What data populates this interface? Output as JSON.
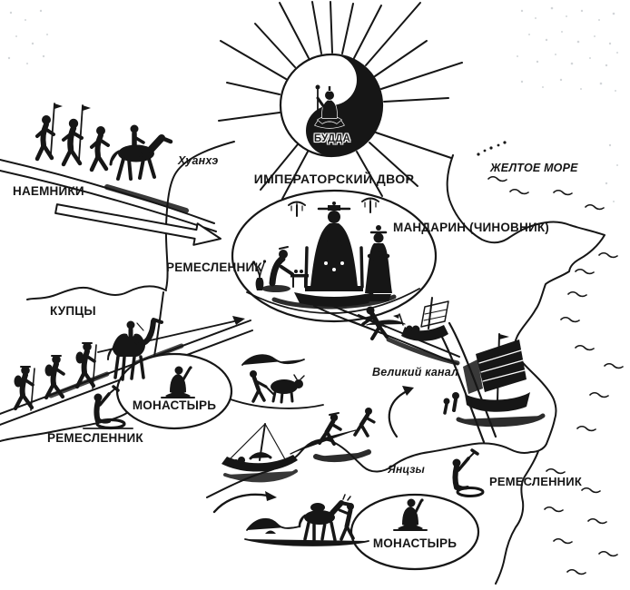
{
  "labels": {
    "buddha": "БУДДА",
    "imperial_court": "ИМПЕРАТОРСКИЙ ДВОР",
    "mandarin_official": "МАНДАРИН (ЧИНОВНИК)",
    "mercenaries": "НАЕМНИКИ",
    "merchants": "КУПЦЫ",
    "craftsman_court": "РЕМЕСЛЕННИК",
    "craftsman_west": "РЕМЕСЛЕННИК",
    "craftsman_south": "РЕМЕСЛЕННИК",
    "monastery_north": "МОНАСТЫРЬ",
    "monastery_south": "МОНАСТЫРЬ",
    "river_huanghe": "Хуанхэ",
    "yellow_sea": "ЖЕЛТОЕ МОРЕ",
    "grand_canal": "Великий канал",
    "river_yangtze": "Янцзы"
  },
  "figures": [
    "sun-with-rays",
    "buddha-in-yinyang",
    "emperor-on-throne",
    "court-scribe",
    "standing-mandarin",
    "incense-stands",
    "soldiers-with-spears",
    "horseman",
    "camel-with-rider",
    "merchants-on-foot",
    "seated-monk-north",
    "seated-monk-south",
    "plowing-ox-and-farmer",
    "craftsman-with-hammer-west",
    "craftsman-with-hammer-south",
    "river-junk-with-hauler",
    "canal-junk",
    "sampan-with-haulers",
    "pack-horse-with-driver",
    "coastline",
    "sea-waves",
    "island-dots",
    "hollow-invasion-arrow",
    "trade-route-arrow",
    "curved-arrows"
  ],
  "colors": {
    "ink": "#161616",
    "paper": "#ffffff",
    "noise": "#aeb4ba"
  }
}
